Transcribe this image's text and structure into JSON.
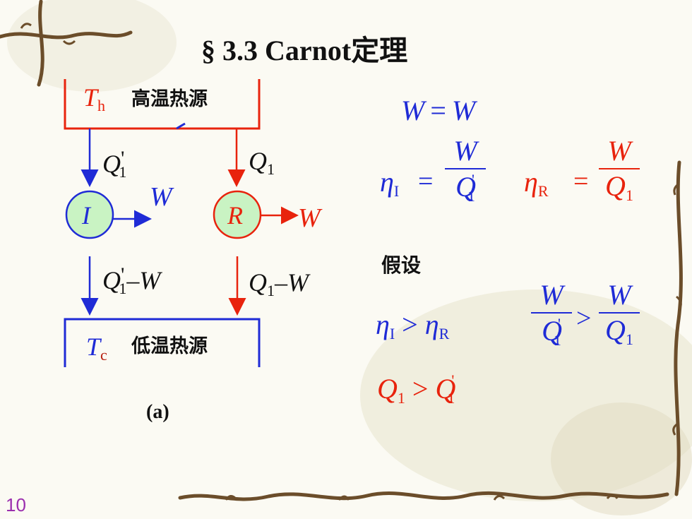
{
  "slide": {
    "title": "§  3.3    Carnot定理",
    "page_number": "10",
    "caption": "(a)"
  },
  "diagram": {
    "hot_reservoir": {
      "symbol": "T",
      "subscript": "h",
      "label": "高温热源"
    },
    "cold_reservoir": {
      "symbol": "T",
      "subscript": "c",
      "label": "低温热源"
    },
    "engine_I": {
      "label": "I"
    },
    "engine_R": {
      "label": "R"
    },
    "heat_in_I": {
      "symbol": "Q",
      "prime": "'",
      "subscript": "1"
    },
    "heat_in_R": {
      "symbol": "Q",
      "subscript": "1"
    },
    "work_I": "W",
    "work_R": "W",
    "heat_out_I": {
      "symbol": "Q",
      "prime": "'",
      "subscript": "1",
      "rest": "–W"
    },
    "heat_out_R": {
      "symbol": "Q",
      "subscript": "1",
      "rest": "–W"
    }
  },
  "equations": {
    "w_equal": {
      "lhs": "W",
      "op": "=",
      "rhs": "W"
    },
    "eta_I": {
      "symbol": "η",
      "subscript": "I",
      "op": "=",
      "num": "W",
      "den_symbol": "Q",
      "den_prime": "'",
      "den_subscript": "1"
    },
    "eta_R": {
      "symbol": "η",
      "subscript": "R",
      "op": "=",
      "num": "W",
      "den_symbol": "Q",
      "den_subscript": "1"
    },
    "assume_label": "假设",
    "ineq_eta": {
      "lhs_symbol": "η",
      "lhs_subscript": "I",
      "op": ">",
      "rhs_symbol": "η",
      "rhs_subscript": "R"
    },
    "ineq_frac": {
      "num1": "W",
      "den1_symbol": "Q",
      "den1_prime": "'",
      "den1_subscript": "1",
      "op": ">",
      "num2": "W",
      "den2_symbol": "Q",
      "den2_subscript": "1"
    },
    "ineq_Q": {
      "lhs_symbol": "Q",
      "lhs_subscript": "1",
      "op": ">",
      "rhs_symbol": "Q",
      "rhs_prime": "'",
      "rhs_subscript": "1"
    }
  },
  "colors": {
    "blue": "#1f2bd6",
    "red": "#e8230d",
    "engine_fill": "#c9f3c3",
    "page_number": "#9b2fae"
  }
}
